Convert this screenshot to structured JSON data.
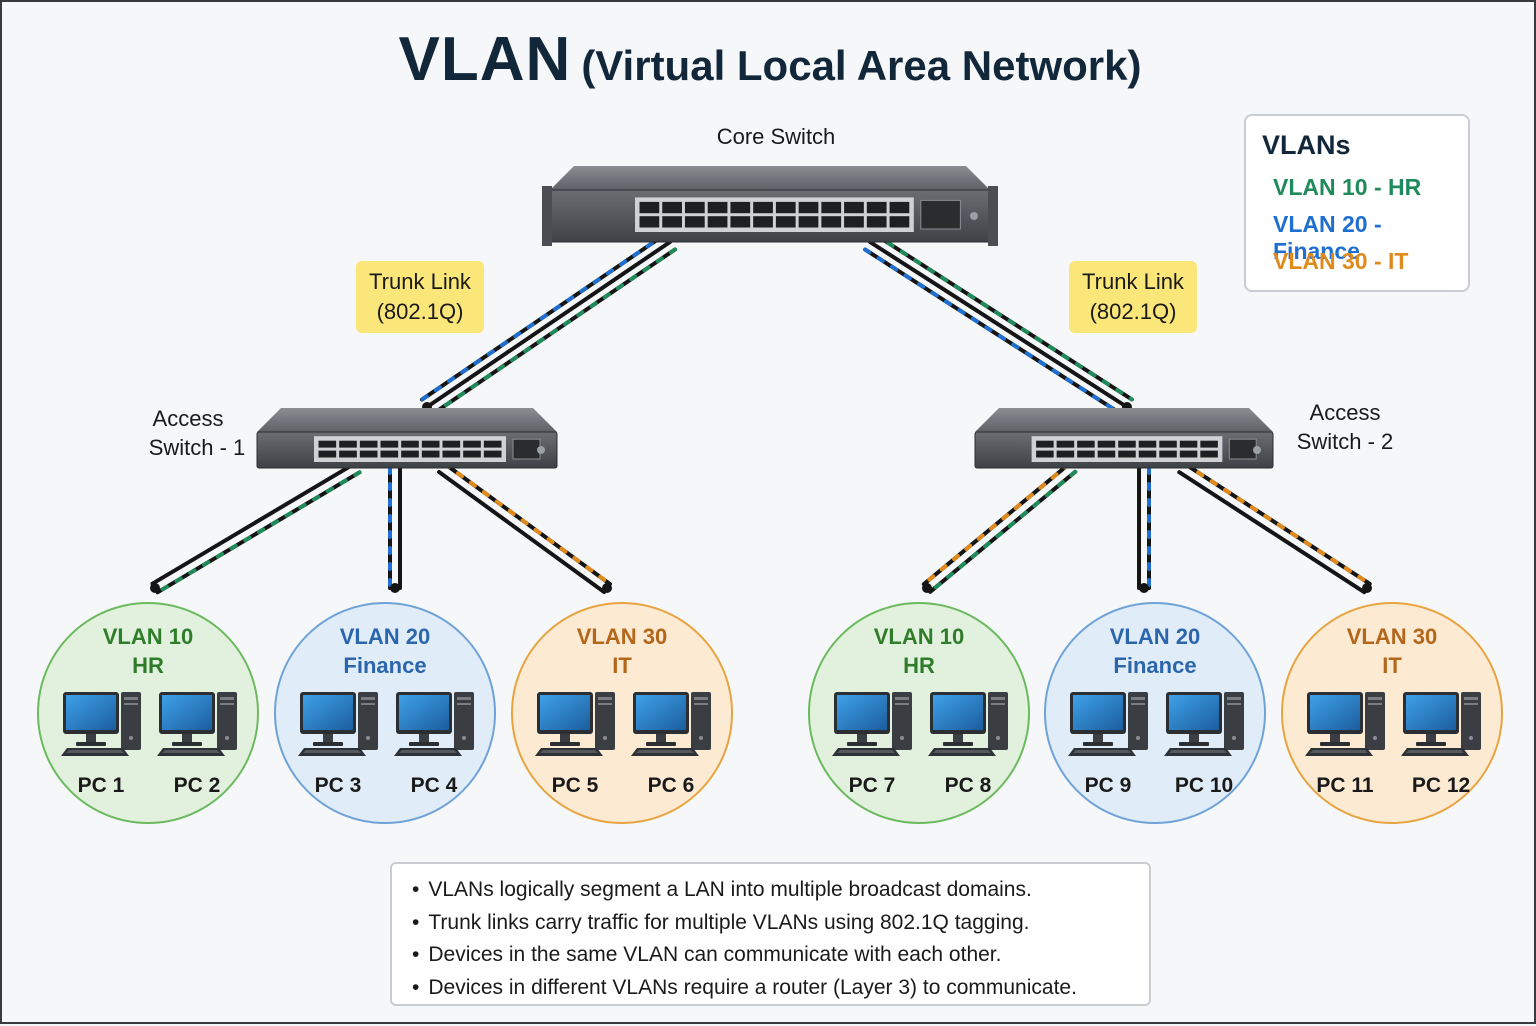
{
  "title": {
    "main": "VLAN",
    "sub": "(Virtual Local Area Network)"
  },
  "core_switch": {
    "label": "Core Switch"
  },
  "access_switches": [
    {
      "label_line1": "Access",
      "label_line2": "Switch - 1"
    },
    {
      "label_line1": "Access",
      "label_line2": "Switch - 2"
    }
  ],
  "trunk_links": [
    {
      "line1": "Trunk Link",
      "line2": "(802.1Q)"
    },
    {
      "line1": "Trunk Link",
      "line2": "(802.1Q)"
    }
  ],
  "legend": {
    "title": "VLANs",
    "items": [
      {
        "label": "VLAN 10 - HR",
        "color": "#1f8a5a"
      },
      {
        "label": "VLAN 20 - Finance",
        "color": "#1f6fd0"
      },
      {
        "label": "VLAN 30 - IT",
        "color": "#e08a1c"
      }
    ]
  },
  "groups": [
    {
      "name": "VLAN 10",
      "dept": "HR",
      "pcs": [
        "PC 1",
        "PC 2"
      ]
    },
    {
      "name": "VLAN 20",
      "dept": "Finance",
      "pcs": [
        "PC 3",
        "PC 4"
      ]
    },
    {
      "name": "VLAN 30",
      "dept": "IT",
      "pcs": [
        "PC 5",
        "PC 6"
      ]
    },
    {
      "name": "VLAN 10",
      "dept": "HR",
      "pcs": [
        "PC 7",
        "PC 8"
      ]
    },
    {
      "name": "VLAN 20",
      "dept": "Finance",
      "pcs": [
        "PC 9",
        "PC 10"
      ]
    },
    {
      "name": "VLAN 30",
      "dept": "IT",
      "pcs": [
        "PC 11",
        "PC 12"
      ]
    }
  ],
  "notes": [
    "VLANs logically segment a LAN into multiple broadcast domains.",
    "Trunk links carry traffic for multiple VLANs using 802.1Q tagging.",
    "Devices in the same VLAN can communicate with each other.",
    "Devices in different VLANs require a router (Layer 3) to communicate."
  ]
}
